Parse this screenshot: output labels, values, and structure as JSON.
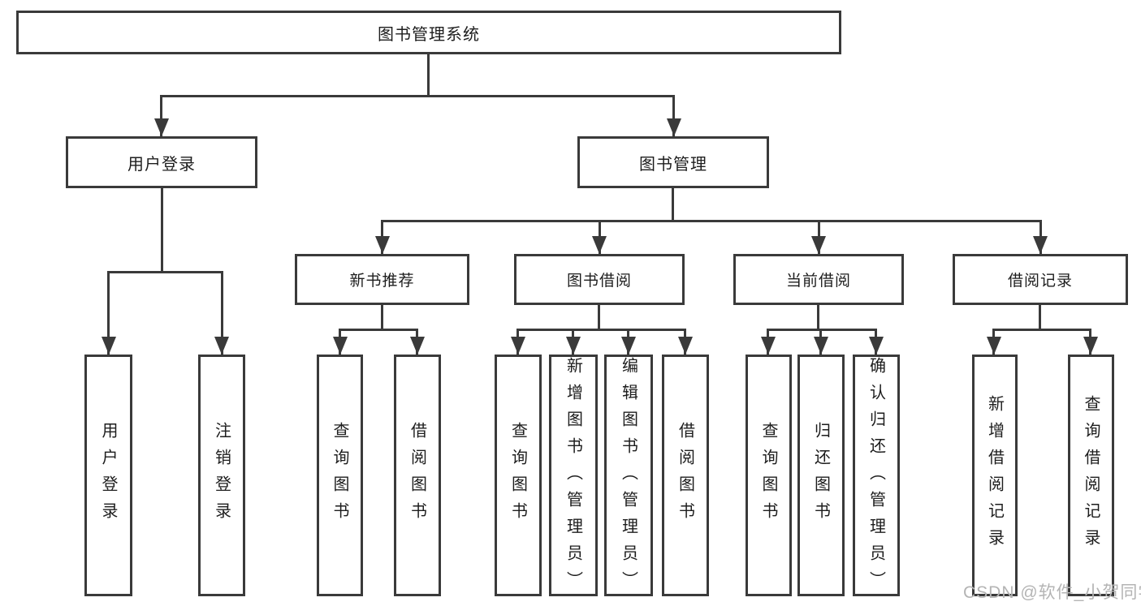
{
  "tree": {
    "root": "图书管理系统",
    "level2": [
      {
        "label": "用户登录",
        "children": [
          "用户登录",
          "注销登录"
        ]
      },
      {
        "label": "图书管理",
        "groups": [
          {
            "label": "新书推荐",
            "children": [
              "查询图书",
              "借阅图书"
            ]
          },
          {
            "label": "图书借阅",
            "children": [
              "查询图书",
              "新增图书（管理员）",
              "编辑图书（管理员）",
              "借阅图书"
            ]
          },
          {
            "label": "当前借阅",
            "children": [
              "查询图书",
              "归还图书",
              "确认归还（管理员）"
            ]
          },
          {
            "label": "借阅记录",
            "children": [
              "新增借阅记录",
              "查询借阅记录"
            ]
          }
        ]
      }
    ]
  },
  "watermark": "CSDN @软件_小贺同学",
  "colors": {
    "line": "#3a3a3a",
    "text": "#1d1d1d",
    "background": "#ffffff",
    "watermark": "#b4b4b4"
  }
}
